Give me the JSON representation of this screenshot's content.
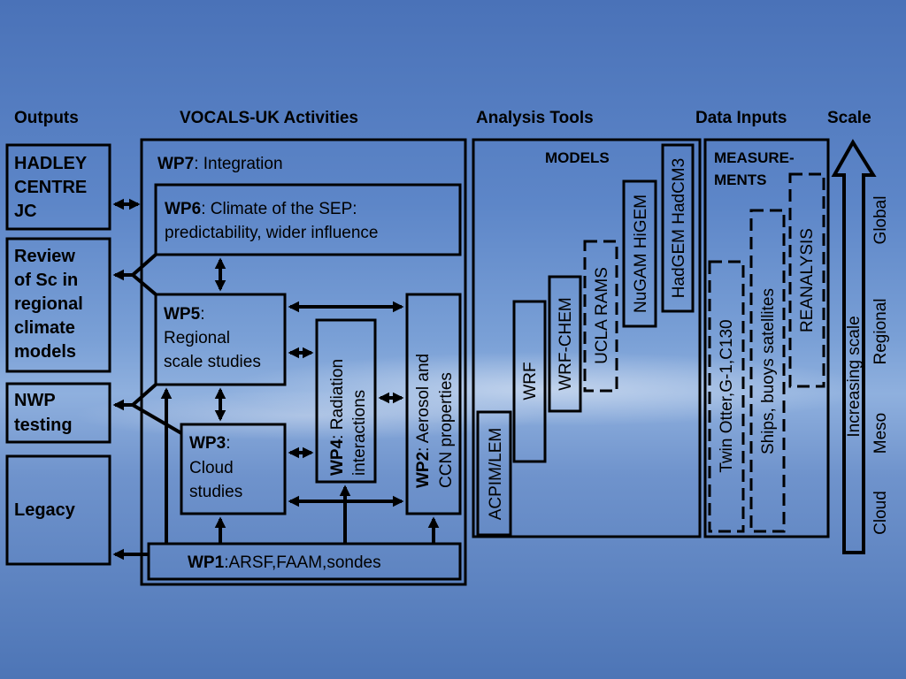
{
  "headers": {
    "outputs": "Outputs",
    "activities": "VOCALS-UK Activities",
    "analysis_tools": "Analysis Tools",
    "data_inputs": "Data Inputs",
    "scale": "Scale"
  },
  "outputs": {
    "hadley": [
      "HADLEY",
      "CENTRE",
      "JC"
    ],
    "review": [
      "Review",
      "of Sc in",
      "regional",
      "climate",
      "models"
    ],
    "nwp": [
      "NWP",
      "testing"
    ],
    "legacy": "Legacy"
  },
  "work_packages": {
    "wp7": {
      "id": "WP7",
      "desc": ": Integration"
    },
    "wp6": {
      "id": "WP6",
      "desc": ": Climate of the SEP:",
      "desc2": "predictability, wider influence"
    },
    "wp5": {
      "id": "WP5",
      "desc": ":",
      "desc2": "Regional",
      "desc3": "scale studies"
    },
    "wp4": {
      "id": "WP4",
      "desc": ": Radiation",
      "desc2": "interactions"
    },
    "wp3": {
      "id": "WP3",
      "desc": ":",
      "desc2": "Cloud",
      "desc3": "studies"
    },
    "wp2": {
      "id": "WP2",
      "desc": ": Aerosol and",
      "desc2": "CCN properties"
    },
    "wp1": {
      "id": "WP1",
      "desc": ":ARSF,FAAM,sondes"
    }
  },
  "models": {
    "title": "MODELS",
    "items": [
      "ACPIM/LEM",
      "WRF",
      "WRF-CHEM",
      "UCLA RAMS",
      "NuGAM HiGEM",
      "HadGEM HadCM3"
    ]
  },
  "measurements": {
    "title1": "MEASURE-",
    "title2": "MENTS",
    "items": [
      "Twin Otter,G-1,C130",
      "Ships, buoys  satellites",
      "REANALYSIS"
    ]
  },
  "scale": {
    "arrow_label": "Increasing scale",
    "levels": [
      "Cloud",
      "Meso",
      "Regional",
      "Global"
    ]
  }
}
